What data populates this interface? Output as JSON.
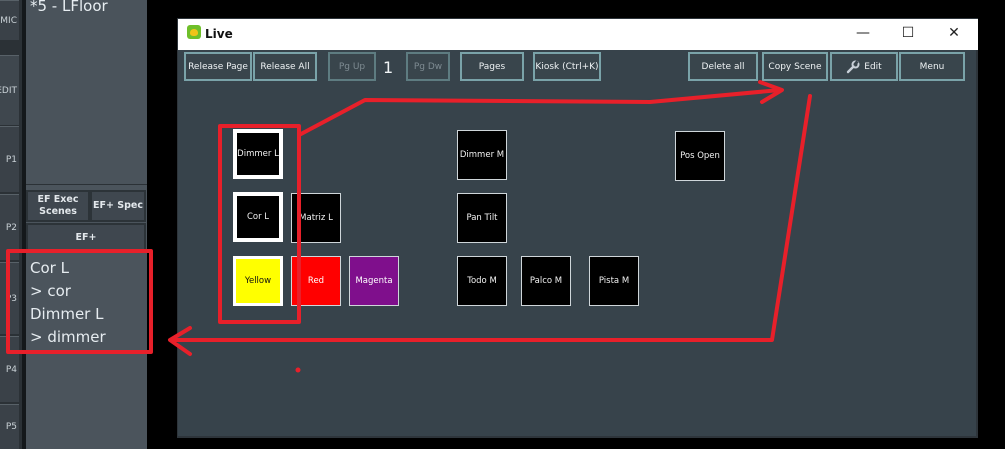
{
  "left_app": {
    "side_tabs": [
      "MIC",
      "EDIT",
      "P1",
      "P2",
      "P3",
      "P4",
      "P5"
    ],
    "scene_title": "*5 - LFloor",
    "buttons": [
      "EF Exec Scenes",
      "EF+ Spec",
      "EF+"
    ],
    "info_lines": [
      "Cor L",
      "> cor",
      "Dimmer L",
      "> dimmer"
    ]
  },
  "live_window": {
    "title": "Live",
    "controls": {
      "minimize": "—",
      "maximize": "☐",
      "close": "✕"
    },
    "toolbar": {
      "release_page": "Release Page",
      "release_all": "Release All",
      "pg_up": "Pg Up",
      "page_number": "1",
      "pg_dw": "Pg Dw",
      "pages": "Pages",
      "kiosk": "Kiosk (Ctrl+K)",
      "delete_all": "Delete all",
      "copy_scene": "Copy Scene",
      "edit": "Edit",
      "menu": "Menu"
    },
    "cues": [
      {
        "label": "Dimmer L",
        "state": "active"
      },
      {
        "label": "Cor L",
        "state": "active"
      },
      {
        "label": "Matriz L",
        "state": "normal"
      },
      {
        "label": "Dimmer M",
        "state": "normal"
      },
      {
        "label": "Pos Open",
        "state": "normal"
      },
      {
        "label": "Pan Tilt",
        "state": "normal"
      },
      {
        "label": "Yellow",
        "color": "#ffff00"
      },
      {
        "label": "Red",
        "color": "#ff0000"
      },
      {
        "label": "Magenta",
        "color": "#7f0f8c"
      },
      {
        "label": "Todo M",
        "state": "normal"
      },
      {
        "label": "Palco M",
        "state": "normal"
      },
      {
        "label": "Pista M",
        "state": "normal"
      }
    ]
  },
  "annotation_color": "#e8202a"
}
